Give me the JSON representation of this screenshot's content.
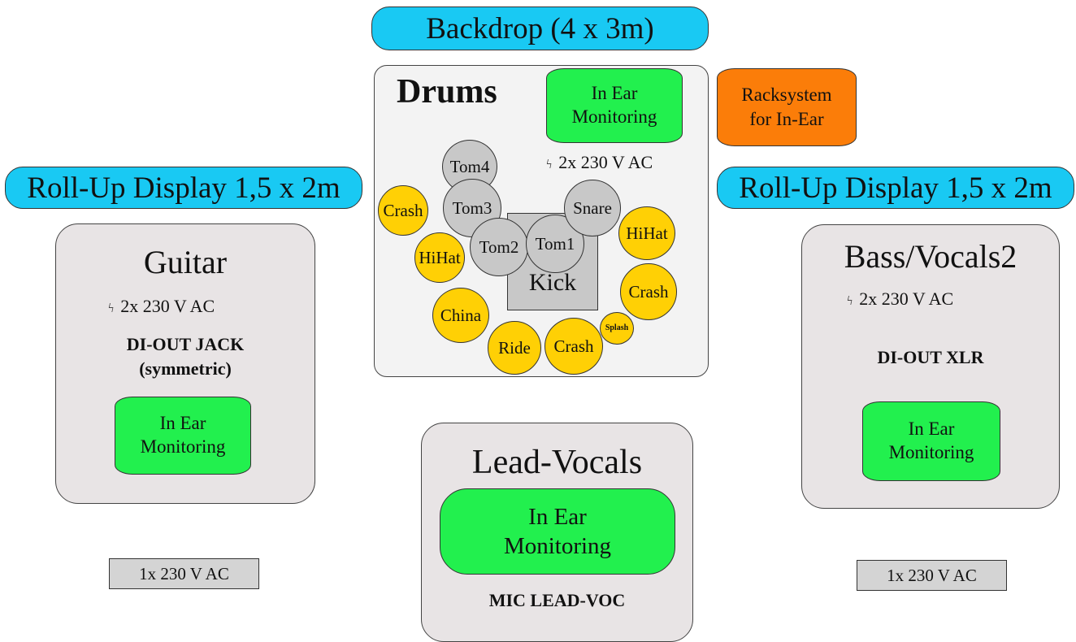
{
  "backdrop": {
    "label": "Backdrop (4 x 3m)"
  },
  "rollup_left": {
    "label": "Roll-Up Display 1,5 x 2m"
  },
  "rollup_right": {
    "label": "Roll-Up Display 1,5 x 2m"
  },
  "drums": {
    "title": "Drums",
    "iem": {
      "line1": "In Ear",
      "line2": "Monitoring"
    },
    "power": "2x 230 V AC",
    "kick": "Kick",
    "toms": [
      "Tom4",
      "Tom3",
      "Tom2",
      "Tom1",
      "Snare"
    ],
    "cymbals": [
      "Crash",
      "HiHat",
      "China",
      "Ride",
      "Crash",
      "Splash",
      "Crash",
      "HiHat"
    ]
  },
  "rack": {
    "line1": "Racksystem",
    "line2": "for In-Ear"
  },
  "guitar": {
    "title": "Guitar",
    "power": "2x 230 V AC",
    "di_line1": "DI-OUT JACK",
    "di_line2": "(symmetric)",
    "iem": {
      "line1": "In Ear",
      "line2": "Monitoring"
    },
    "socket": "1x 230 V AC"
  },
  "bass": {
    "title": "Bass/Vocals2",
    "power": "2x 230 V AC",
    "di": "DI-OUT XLR",
    "iem": {
      "line1": "In Ear",
      "line2": "Monitoring"
    },
    "socket": "1x 230 V AC"
  },
  "lead": {
    "title": "Lead-Vocals",
    "iem": {
      "line1": "In Ear",
      "line2": "Monitoring"
    },
    "mic": "MIC LEAD-VOC"
  },
  "icons": {
    "power": "power-plug-icon"
  },
  "colors": {
    "pill": "#19c9f3",
    "stage": "#e8e4e5",
    "iem": "#22f04e",
    "rack": "#fb7d09",
    "cymbal": "#ffd005",
    "tom": "#c8c8c8"
  }
}
